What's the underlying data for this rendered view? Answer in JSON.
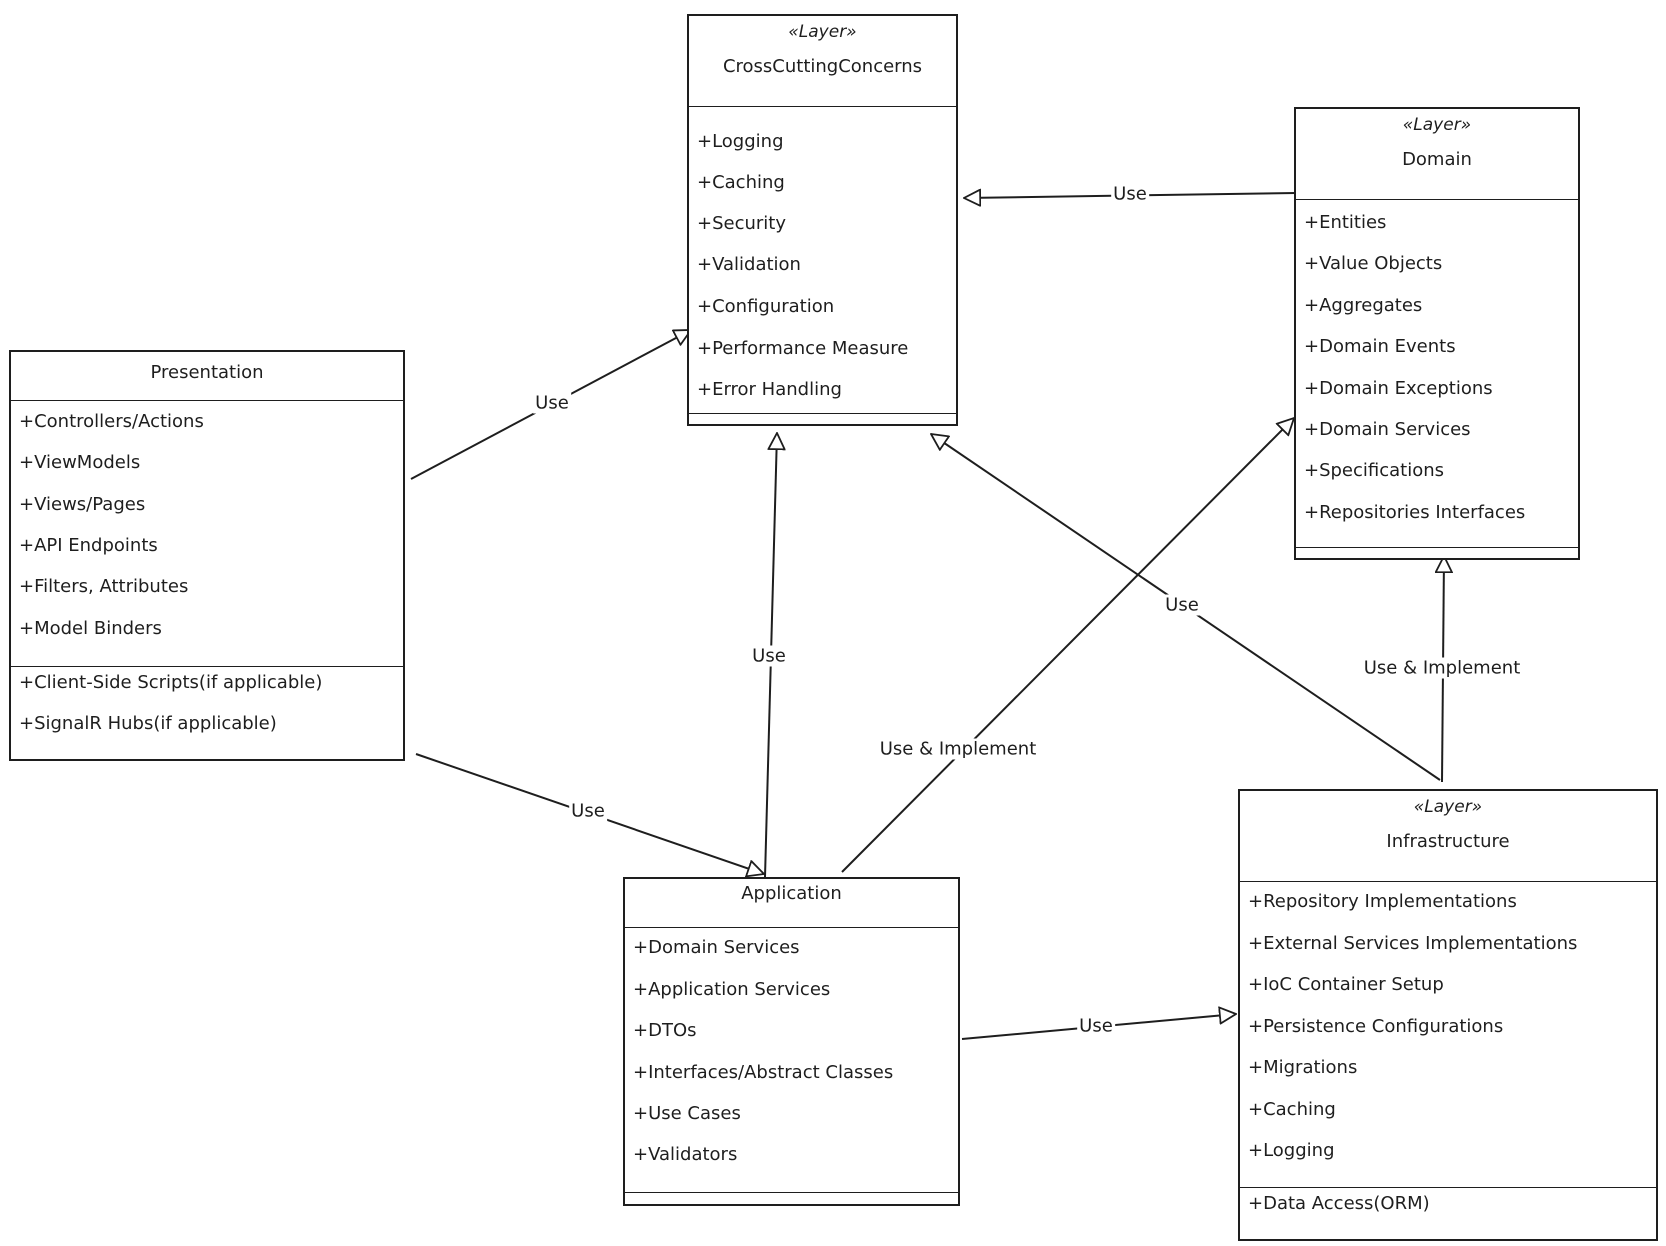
{
  "boxes": {
    "crosscutting": {
      "stereotype": "«Layer»",
      "name": "CrossCuttingConcerns",
      "items": [
        "+Logging",
        "+Caching",
        "+Security",
        "+Validation",
        "+Configuration",
        "+Performance Measure",
        "+Error Handling"
      ]
    },
    "domain": {
      "stereotype": "«Layer»",
      "name": "Domain",
      "items": [
        "+Entities",
        "+Value Objects",
        "+Aggregates",
        "+Domain Events",
        "+Domain Exceptions",
        "+Domain Services",
        "+Specifications",
        "+Repositories Interfaces"
      ]
    },
    "presentation": {
      "name": "Presentation",
      "items": [
        "+Controllers/Actions",
        "+ViewModels",
        "+Views/Pages",
        "+API Endpoints",
        "+Filters, Attributes",
        "+Model Binders"
      ],
      "extra_items": [
        "+Client-Side Scripts(if applicable)",
        "+SignalR Hubs(if applicable)"
      ]
    },
    "application": {
      "name": "Application",
      "items": [
        "+Domain Services",
        "+Application Services",
        "+DTOs",
        "+Interfaces/Abstract Classes",
        "+Use Cases",
        "+Validators"
      ]
    },
    "infrastructure": {
      "stereotype": "«Layer»",
      "name": "Infrastructure",
      "items": [
        "+Repository Implementations",
        "+External Services Implementations",
        "+IoC Container Setup",
        "+Persistence Configurations",
        "+Migrations",
        "+Caching",
        "+Logging"
      ],
      "extra_items": [
        "+Data Access(ORM)"
      ]
    }
  },
  "edges": [
    {
      "from": "Domain",
      "to": "CrossCuttingConcerns",
      "label": "Use"
    },
    {
      "from": "Presentation",
      "to": "CrossCuttingConcerns",
      "label": "Use"
    },
    {
      "from": "Application",
      "to": "CrossCuttingConcerns",
      "label": "Use"
    },
    {
      "from": "Infrastructure",
      "to": "CrossCuttingConcerns",
      "label": "Use"
    },
    {
      "from": "Application",
      "to": "Domain",
      "label": "Use & Implement"
    },
    {
      "from": "Infrastructure",
      "to": "Domain",
      "label": "Use & Implement"
    },
    {
      "from": "Presentation",
      "to": "Application",
      "label": "Use"
    },
    {
      "from": "Application",
      "to": "Infrastructure",
      "label": "Use"
    }
  ]
}
